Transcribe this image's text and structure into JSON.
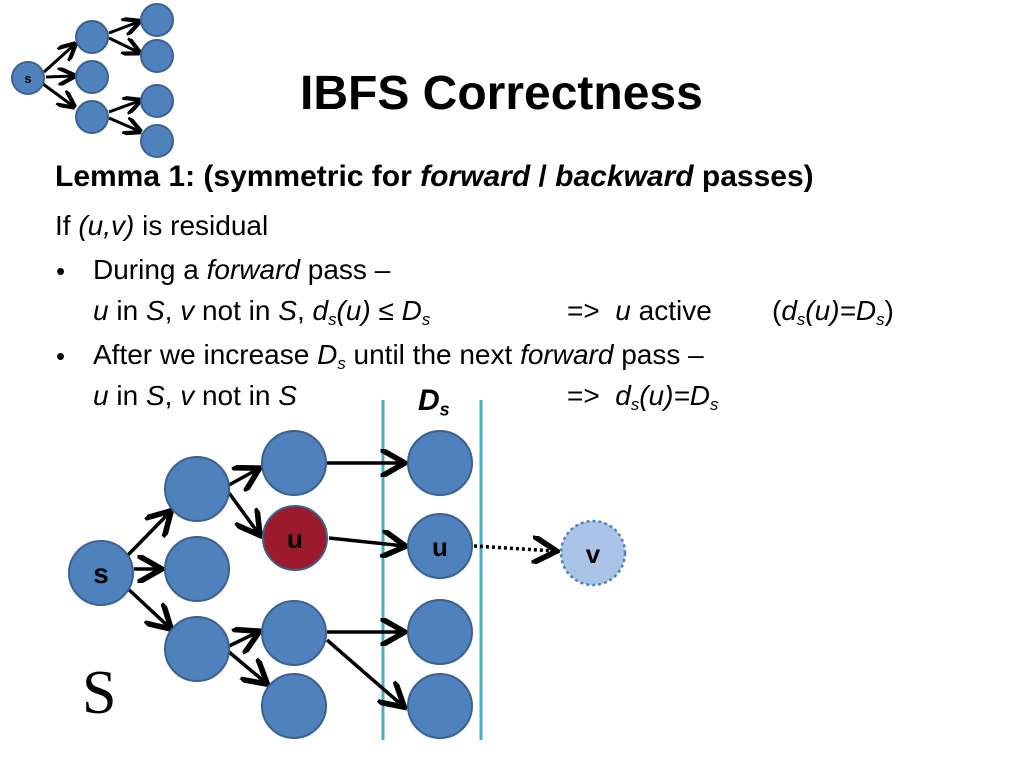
{
  "title": "IBFS Correctness",
  "lemma": {
    "prefix": "Lemma 1: (symmetric for ",
    "forward": "forward",
    "slash": " / ",
    "backward": "backward",
    "suffix": " passes)"
  },
  "if_line": {
    "if": "If ",
    "uv": "(u,v)",
    "rest": " is residual"
  },
  "bullet_char": "•",
  "bullet1": {
    "pre": "During a ",
    "forward": "forward",
    "post": " pass –",
    "cond": {
      "u": "u",
      "in": " in ",
      "S": "S",
      "comma": ", ",
      "v": "v",
      "notin": " not in ",
      "S2": "S",
      "comma2": ", ",
      "d": "d",
      "s": "s",
      "u_arg": "(u) ≤ D",
      "s2": "s"
    },
    "implies": "=>",
    "result_u": "u",
    "result_rest": " active",
    "paren": {
      "open": "(",
      "d": "d",
      "s": "s",
      "mid": "(u)=D",
      "s2": "s",
      "close": ")"
    }
  },
  "bullet2": {
    "pre": "After we increase ",
    "D": "D",
    "s": "s",
    "mid": " until the next ",
    "forward": "forward",
    "post": " pass –",
    "cond": {
      "u": "u",
      "in": " in ",
      "S": "S",
      "comma": ", ",
      "v": "v",
      "notin": " not in ",
      "S2": "S"
    },
    "implies": "=>",
    "res": {
      "d": "d",
      "s": "s",
      "mid": "(u)=D",
      "s2": "s"
    }
  },
  "diagram": {
    "ds_label": {
      "D": "D",
      "s": "s"
    },
    "big_s": "S",
    "node_labels": {
      "s": "s",
      "u_red": "u",
      "u_blue": "u",
      "v": "v"
    },
    "mini_label": "s"
  },
  "colors": {
    "node_fill": "#4f81bd",
    "node_stroke": "#3a6190",
    "u_fill": "#9c1a2c",
    "v_fill": "#a9c4e6",
    "boundary": "#4bacc6"
  }
}
